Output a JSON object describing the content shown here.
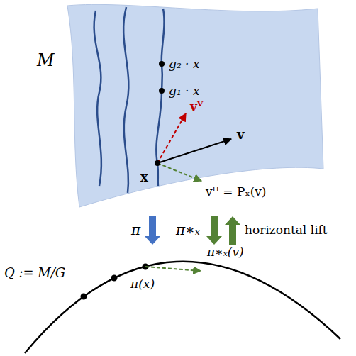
{
  "diagram": {
    "labels": [
      "M",
      "g₂ · x",
      "g₁ · x",
      "vⱽ",
      "v",
      "x",
      "vᴴ = Pₓ(v)",
      "π",
      "π∗ₓ",
      "horizontal lift",
      "Q := M/G",
      "π(x)",
      "π∗ₓ(v)"
    ]
  }
}
